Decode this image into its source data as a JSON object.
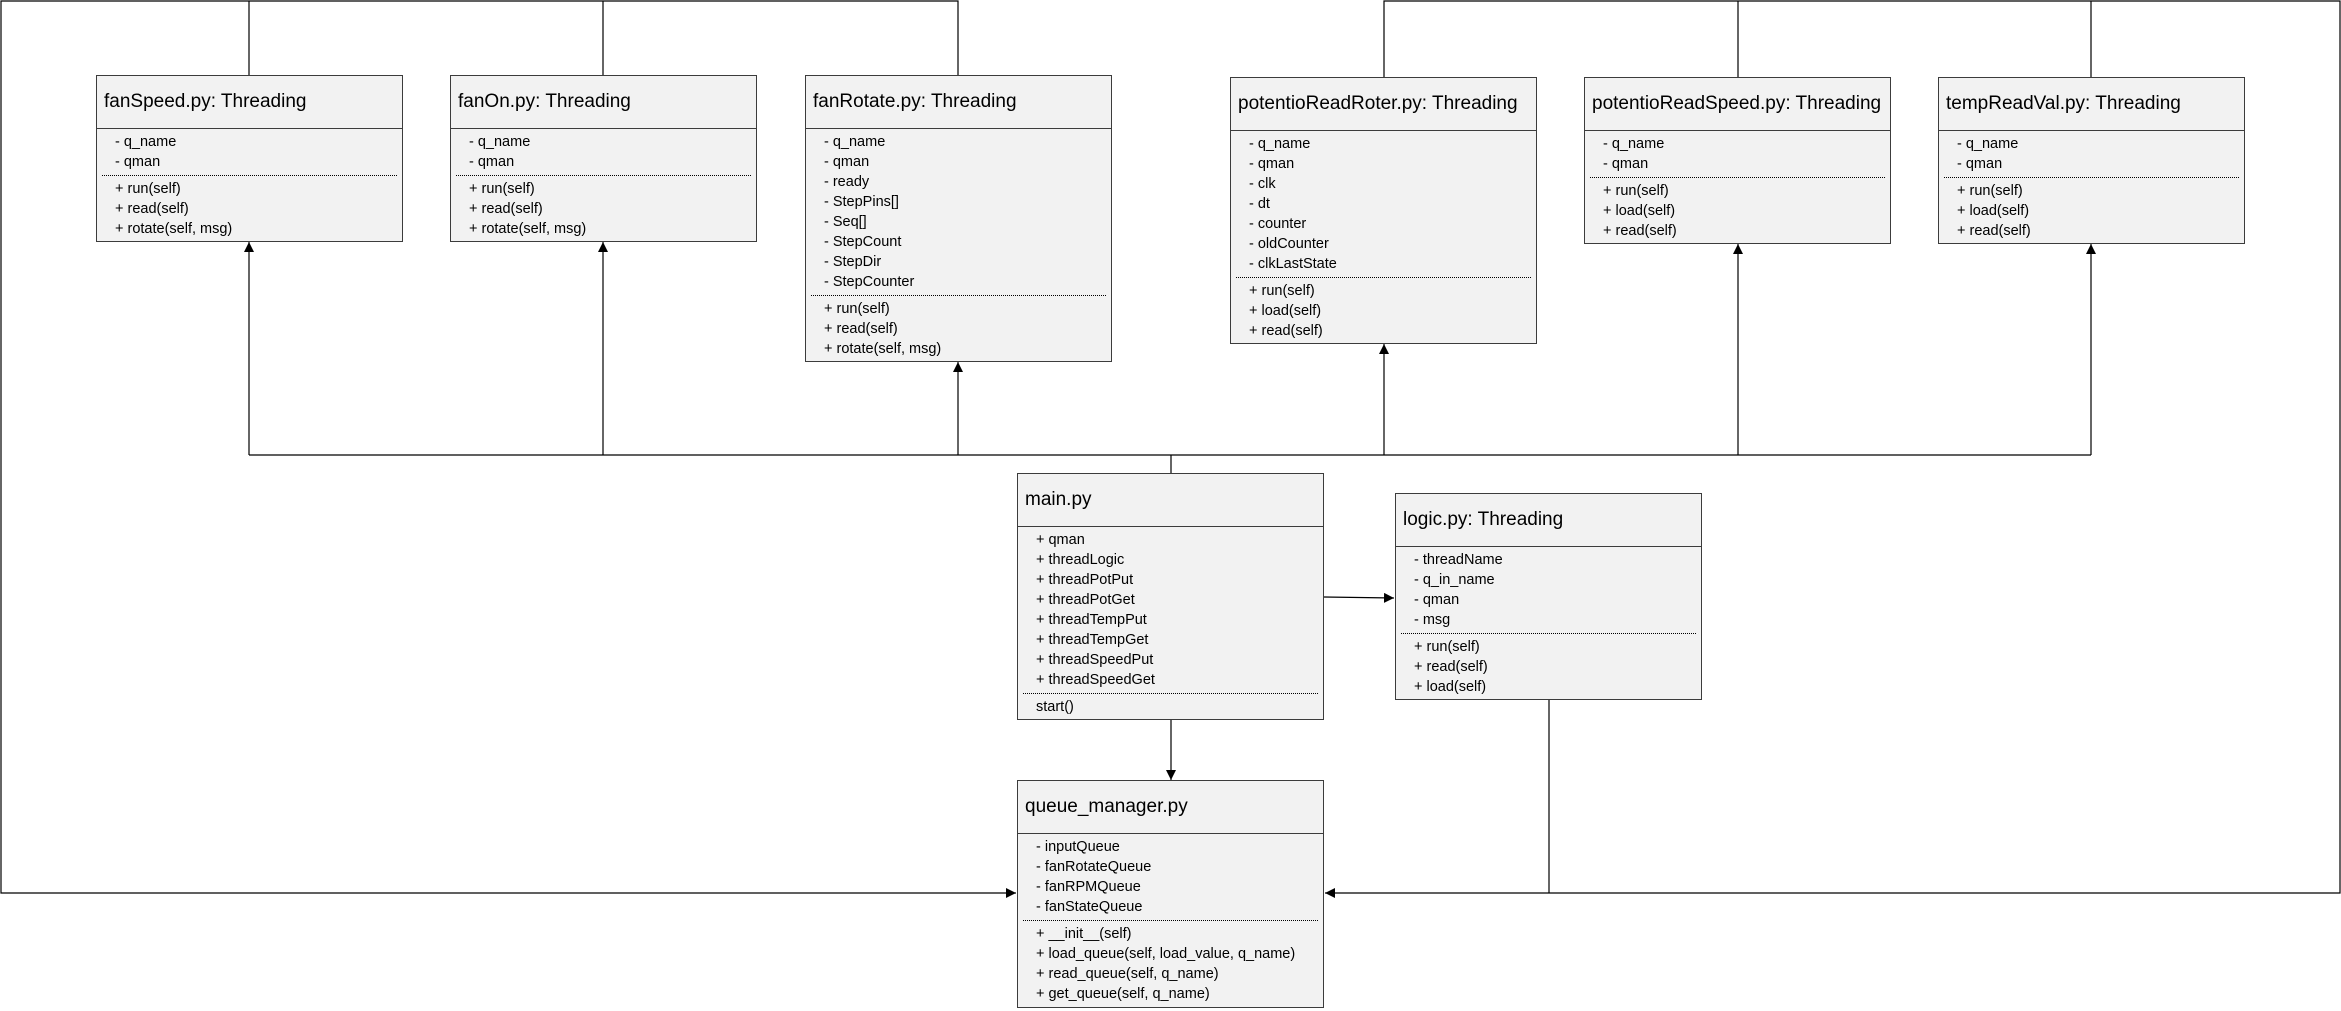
{
  "diagram": {
    "classes": {
      "fanSpeed": {
        "title": "fanSpeed.py: Threading",
        "attributes": [
          "- q_name",
          "- qman"
        ],
        "methods": [
          "+ run(self)",
          "+ read(self)",
          "+ rotate(self, msg)"
        ]
      },
      "fanOn": {
        "title": "fanOn.py: Threading",
        "attributes": [
          "- q_name",
          "- qman"
        ],
        "methods": [
          "+ run(self)",
          "+ read(self)",
          "+ rotate(self, msg)"
        ]
      },
      "fanRotate": {
        "title": "fanRotate.py: Threading",
        "attributes": [
          "- q_name",
          "- qman",
          "- ready",
          "- StepPins[]",
          "- Seq[]",
          "- StepCount",
          "- StepDir",
          "- StepCounter"
        ],
        "methods": [
          "+ run(self)",
          "+ read(self)",
          "+ rotate(self, msg)"
        ]
      },
      "potentioReadRoter": {
        "title": "potentioReadRoter.py: Threading",
        "attributes": [
          "- q_name",
          "- qman",
          "- clk",
          "- dt",
          "- counter",
          "- oldCounter",
          "- clkLastState"
        ],
        "methods": [
          "+ run(self)",
          "+ load(self)",
          "+ read(self)"
        ]
      },
      "potentioReadSpeed": {
        "title": "potentioReadSpeed.py: Threading",
        "attributes": [
          "- q_name",
          "- qman"
        ],
        "methods": [
          "+ run(self)",
          "+ load(self)",
          "+ read(self)"
        ]
      },
      "tempReadVal": {
        "title": "tempReadVal.py: Threading",
        "attributes": [
          "- q_name",
          "- qman"
        ],
        "methods": [
          "+ run(self)",
          "+ load(self)",
          "+ read(self)"
        ]
      },
      "main": {
        "title": "main.py",
        "attributes": [
          "+ qman",
          "+ threadLogic",
          "+ threadPotPut",
          "+ threadPotGet",
          "+ threadTempPut",
          "+ threadTempGet",
          "+ threadSpeedPut",
          "+ threadSpeedGet"
        ],
        "methods": [
          "start()"
        ]
      },
      "logic": {
        "title": "logic.py: Threading",
        "attributes": [
          "- threadName",
          "- q_in_name",
          "- qman",
          "- msg"
        ],
        "methods": [
          "+ run(self)",
          "+ read(self)",
          "+ load(self)"
        ]
      },
      "queueManager": {
        "title": "queue_manager.py",
        "attributes": [
          "- inputQueue",
          "- fanRotateQueue",
          "- fanRPMQueue",
          "- fanStateQueue"
        ],
        "methods": [
          "+ __init__(self)",
          "+ load_queue(self, load_value, q_name)",
          "+ read_queue(self, q_name)",
          "+ get_queue(self, q_name)"
        ]
      }
    }
  }
}
